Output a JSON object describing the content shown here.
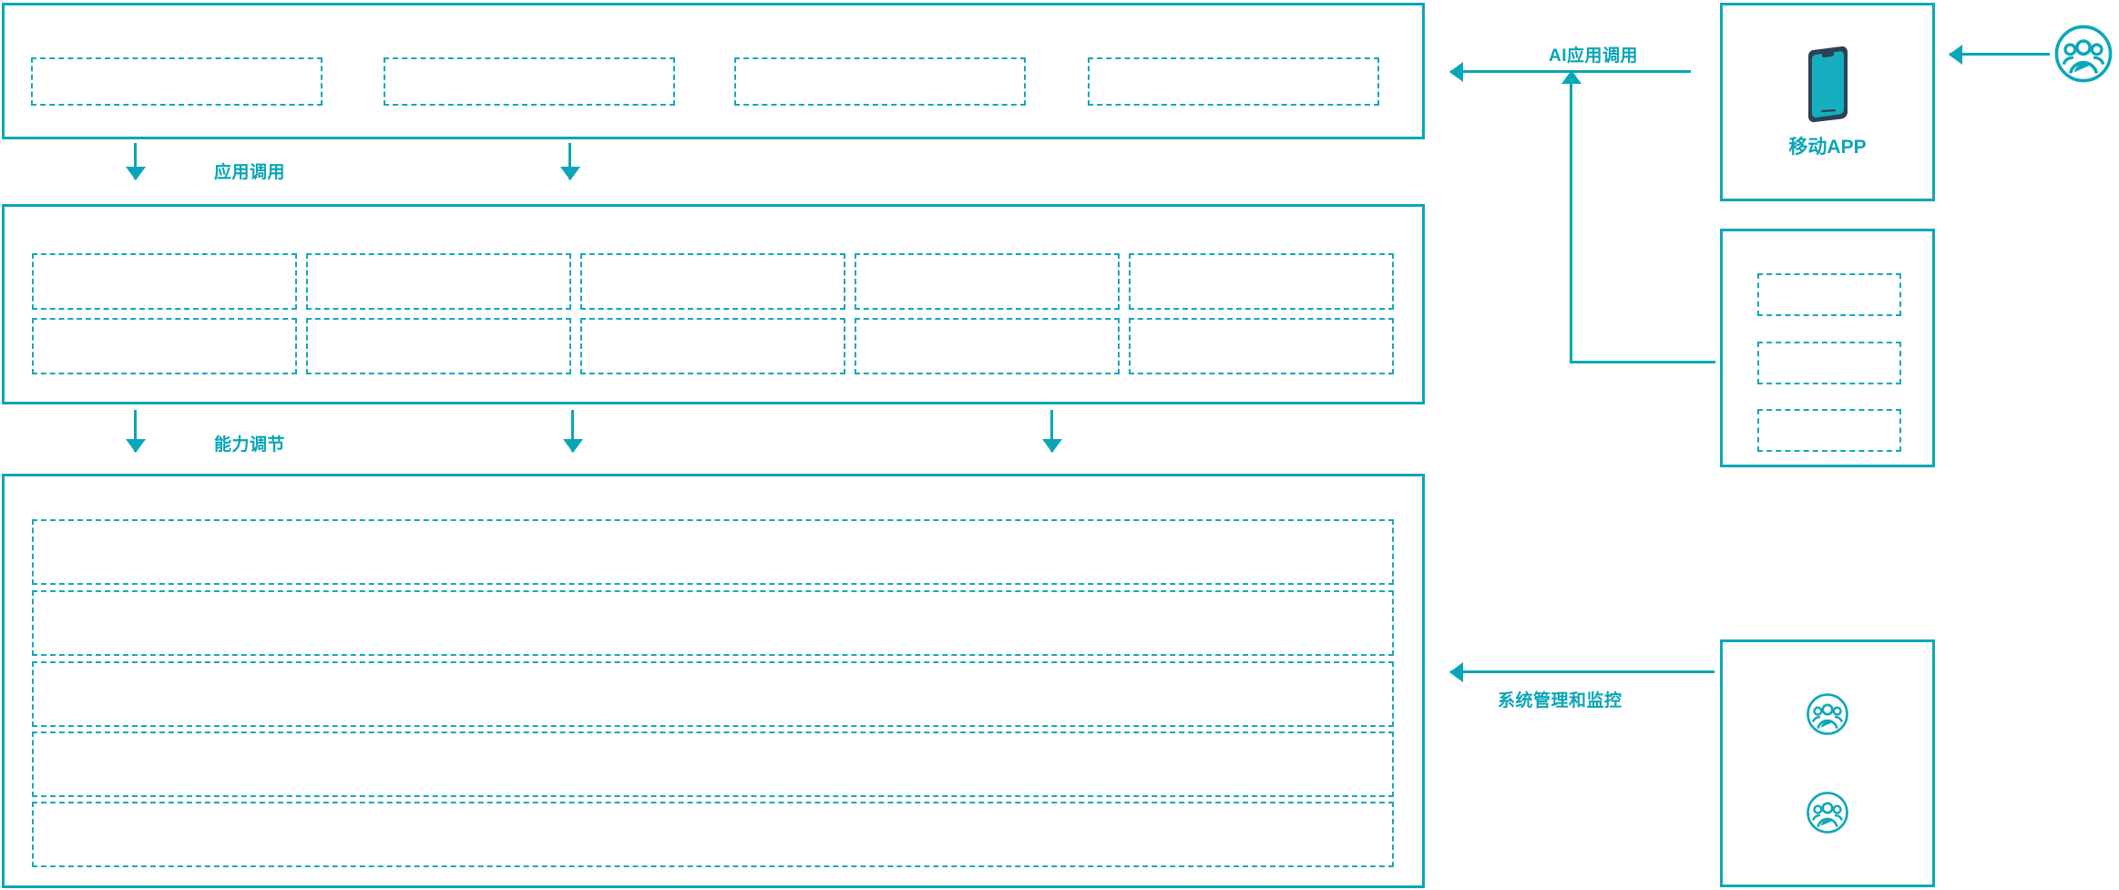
{
  "theme": {
    "accent": "#08A6B8",
    "accent_light": "#0FA9BA",
    "phone_body": "#2B4257",
    "phone_screen": "#17AEBF",
    "background": "#FFFFFF"
  },
  "left_stack": {
    "application_layer": {
      "name": "application-layer-panel",
      "boxes": [
        {
          "label": ""
        },
        {
          "label": ""
        },
        {
          "label": ""
        },
        {
          "label": ""
        }
      ]
    },
    "capability_layer": {
      "name": "capability-layer-panel",
      "rows": [
        [
          {
            "label": ""
          },
          {
            "label": ""
          },
          {
            "label": ""
          },
          {
            "label": ""
          },
          {
            "label": ""
          }
        ],
        [
          {
            "label": ""
          },
          {
            "label": ""
          },
          {
            "label": ""
          },
          {
            "label": ""
          },
          {
            "label": ""
          }
        ]
      ]
    },
    "platform_layer": {
      "name": "platform-layer-panel",
      "rows": [
        {
          "label": ""
        },
        {
          "label": ""
        },
        {
          "label": ""
        },
        {
          "label": ""
        },
        {
          "label": ""
        }
      ]
    }
  },
  "flow_labels": {
    "application_call": "应用调用",
    "capability_adjust": "能力调节",
    "ai_application_call": "AI应用调用",
    "system_management_monitor": "系统管理和监控"
  },
  "right_column": {
    "mobile_app_card": {
      "label": "移动APP",
      "icon": "mobile-phone-icon"
    },
    "module_list_card": {
      "items": [
        {
          "label": ""
        },
        {
          "label": ""
        },
        {
          "label": ""
        }
      ]
    },
    "operators_card": {
      "icons": [
        {
          "icon": "user-group-icon"
        },
        {
          "icon": "user-group-icon"
        }
      ]
    },
    "end_user": {
      "icon": "user-group-icon"
    }
  }
}
